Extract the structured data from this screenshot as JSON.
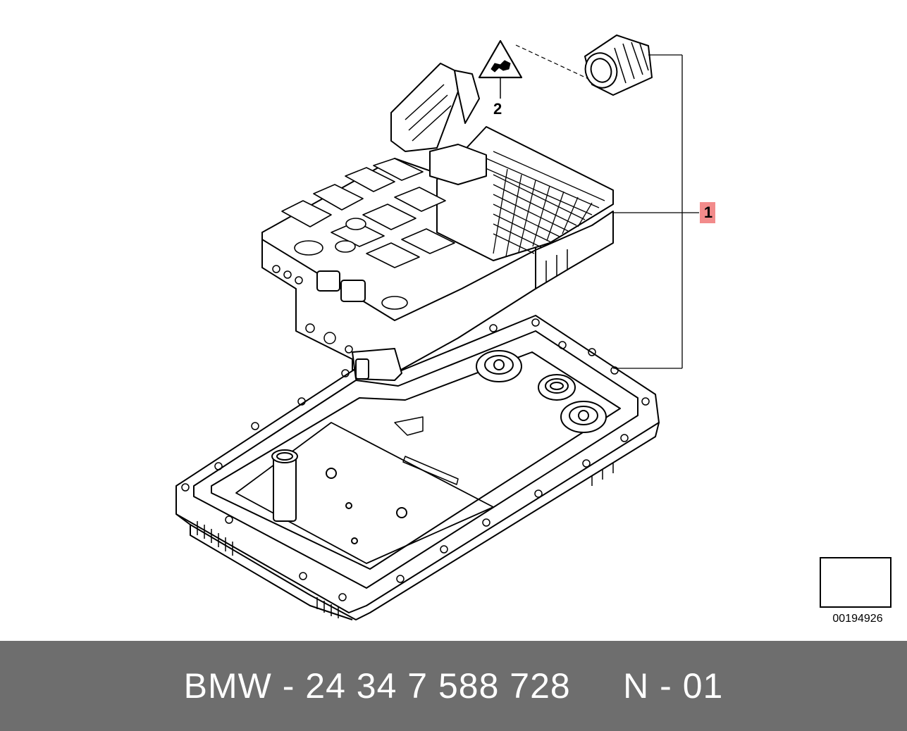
{
  "diagram": {
    "callouts": [
      {
        "id": "1",
        "label": "1",
        "highlight_color": "#f28b8b"
      },
      {
        "id": "2",
        "label": "2"
      }
    ],
    "icons": [
      "warning-triangle-icon",
      "arrow-reference-icon"
    ],
    "reference_number": "00194926"
  },
  "footer": {
    "text": "BMW - 24 34 7 588 728     N - 01",
    "background_color": "#6e6e6e",
    "text_color": "#ffffff"
  }
}
